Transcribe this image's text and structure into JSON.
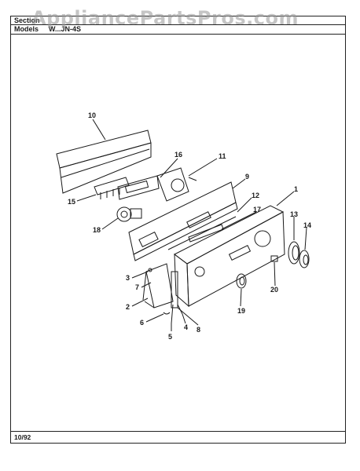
{
  "header": {
    "section_label": "Section",
    "model_label": "Models",
    "model_value": "W...JN-4S"
  },
  "watermark": "AppliancePartsPros.com",
  "footer": {
    "date": "10/92"
  },
  "callouts": [
    "1",
    "2",
    "3",
    "4",
    "5",
    "6",
    "7",
    "8",
    "9",
    "10",
    "11",
    "12",
    "13",
    "14",
    "15",
    "16",
    "17",
    "18",
    "19",
    "20"
  ],
  "colors": {
    "ink": "#1a1a1a",
    "watermark": "#969696"
  }
}
